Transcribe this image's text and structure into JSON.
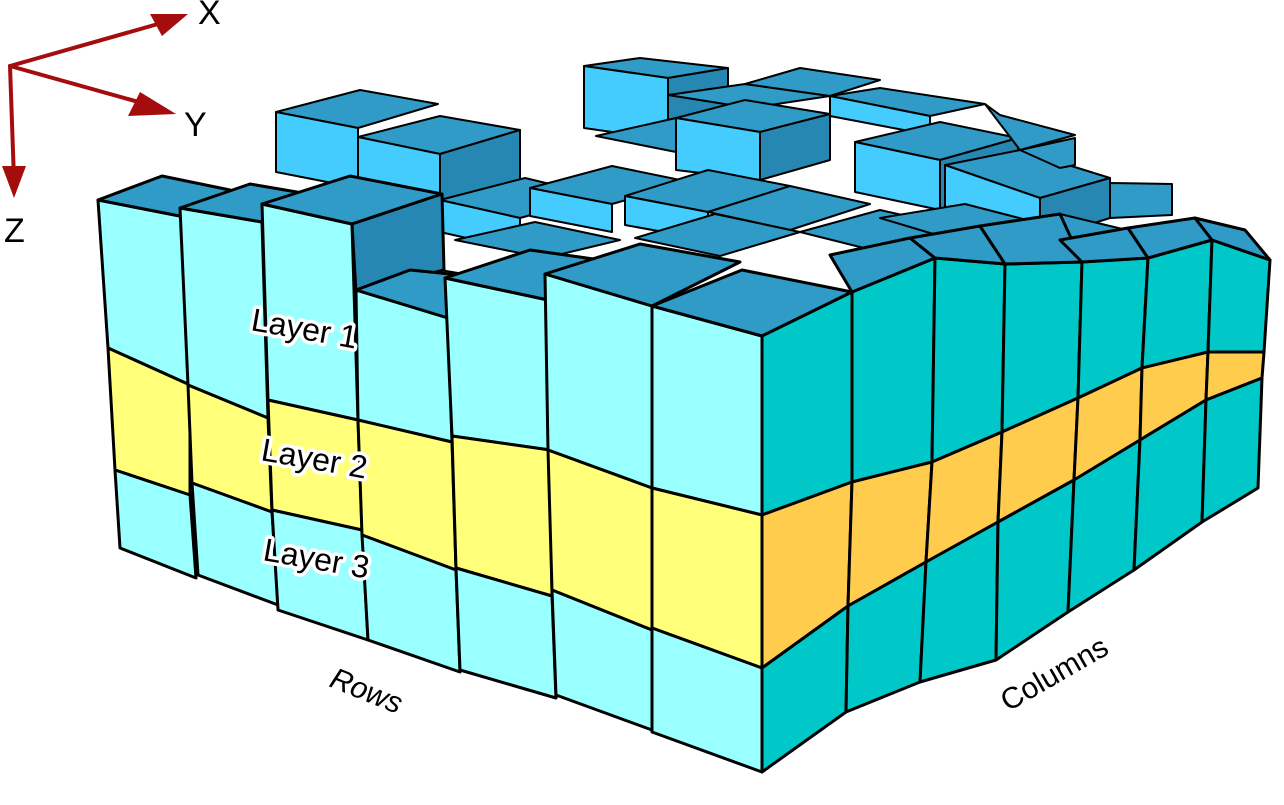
{
  "axes": {
    "x_label": "X",
    "y_label": "Y",
    "z_label": "Z",
    "arrow_color": "#a50d0d"
  },
  "layers": [
    {
      "name": "Layer 1",
      "front_color": "#99ffff",
      "side_color": "#00c8c8"
    },
    {
      "name": "Layer 2",
      "front_color": "#ffff7a",
      "side_color": "#ffcc4d"
    },
    {
      "name": "Layer 3",
      "front_color": "#99ffff",
      "side_color": "#00c8c8"
    }
  ],
  "dimensions": {
    "rows_label": "Rows",
    "columns_label": "Columns"
  },
  "colors": {
    "top_face": "#2f9bc6",
    "upper_front": "#44ccff",
    "upper_side": "#2687b3",
    "edge": "#000000"
  }
}
